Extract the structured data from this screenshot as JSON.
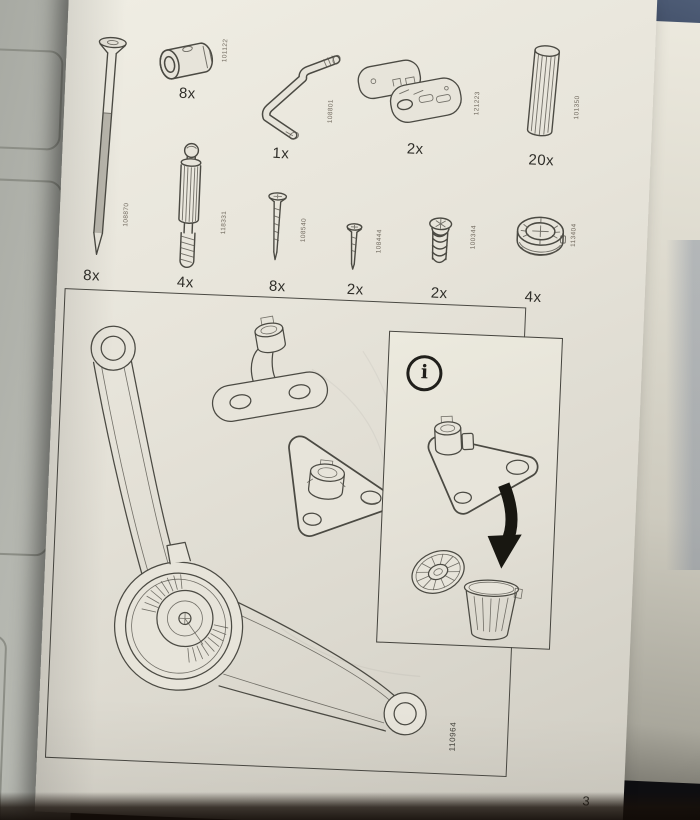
{
  "page": {
    "number": "3"
  },
  "diagram": {
    "part_no": "110964",
    "info_icon_glyph": "i"
  },
  "parts": [
    {
      "name": "long flat-head screw",
      "qty": "8x",
      "part_no": "108870"
    },
    {
      "name": "sleeve nut",
      "qty": "8x",
      "part_no": "101122"
    },
    {
      "name": "allen key",
      "qty": "1x",
      "part_no": "108801"
    },
    {
      "name": "interlock fitting",
      "qty": "2x",
      "part_no": "121223"
    },
    {
      "name": "wooden dowel",
      "qty": "20x",
      "part_no": "101350"
    },
    {
      "name": "double-ended bolt",
      "qty": "4x",
      "part_no": "118331"
    },
    {
      "name": "small screw",
      "qty": "8x",
      "part_no": "108540"
    },
    {
      "name": "tiny screw",
      "qty": "2x",
      "part_no": "108444"
    },
    {
      "name": "euro screw",
      "qty": "2x",
      "part_no": "100344"
    },
    {
      "name": "cam lock",
      "qty": "4x",
      "part_no": "113404"
    }
  ],
  "colors": {
    "paper": "#e7e4da",
    "ink": "#4b4a43",
    "arrow": "#181711"
  }
}
